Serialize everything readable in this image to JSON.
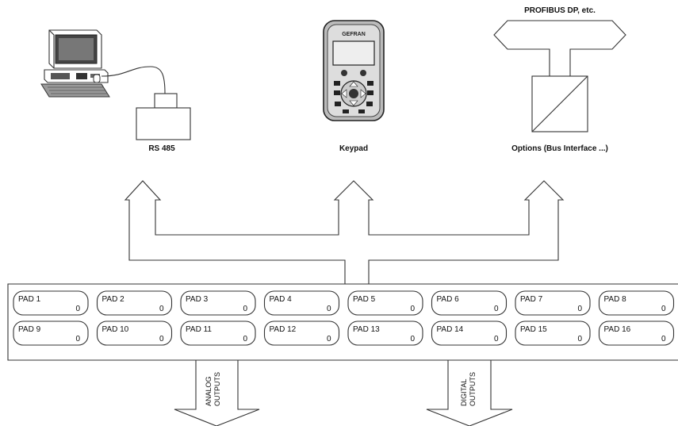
{
  "labels": {
    "rs485": "RS 485",
    "keypad": "Keypad",
    "options": "Options (Bus Interface ...)",
    "profibus": "PROFIBUS DP, etc.",
    "keypad_brand": "GEFRAN",
    "analog_line1": "ANALOG",
    "analog_line2": "OUTPUTS",
    "digital_line1": "DIGITAL",
    "digital_line2": "OUTPUTS"
  },
  "pads": [
    {
      "name": "PAD 1",
      "value": "0"
    },
    {
      "name": "PAD 2",
      "value": "0"
    },
    {
      "name": "PAD 3",
      "value": "0"
    },
    {
      "name": "PAD 4",
      "value": "0"
    },
    {
      "name": "PAD 5",
      "value": "0"
    },
    {
      "name": "PAD 6",
      "value": "0"
    },
    {
      "name": "PAD 7",
      "value": "0"
    },
    {
      "name": "PAD 8",
      "value": "0"
    },
    {
      "name": "PAD 9",
      "value": "0"
    },
    {
      "name": "PAD 10",
      "value": "0"
    },
    {
      "name": "PAD 11",
      "value": "0"
    },
    {
      "name": "PAD 12",
      "value": "0"
    },
    {
      "name": "PAD 13",
      "value": "0"
    },
    {
      "name": "PAD 14",
      "value": "0"
    },
    {
      "name": "PAD 15",
      "value": "0"
    },
    {
      "name": "PAD 16",
      "value": "0"
    }
  ]
}
